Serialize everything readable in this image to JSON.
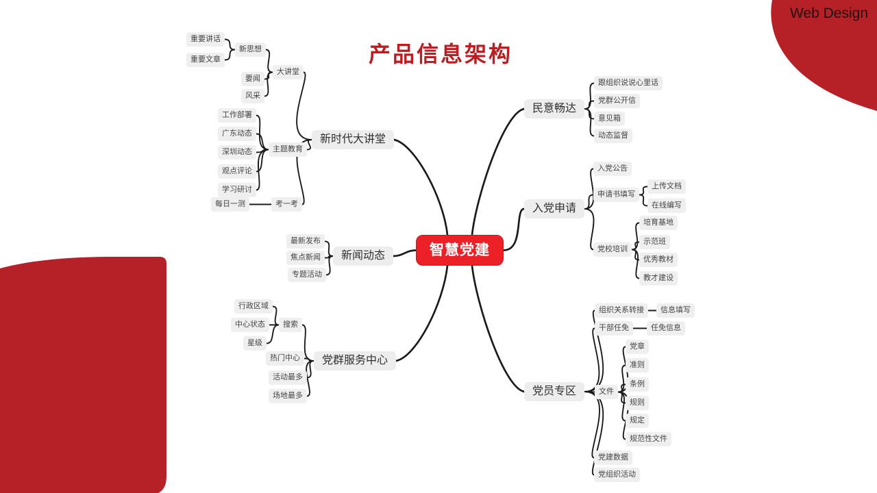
{
  "slide": {
    "title": "产品信息架构",
    "brand": "Web Design"
  },
  "center": {
    "label": "智慧党建"
  },
  "nodes": {
    "xinshidai": "新时代大讲堂",
    "dajiangtang": "大讲堂",
    "xinsixiang": "新思想",
    "zhongyaojianghua": "重要讲话",
    "zhongyaowenzhang": "重要文章",
    "yaowen": "要闻",
    "fengcai": "风采",
    "zhutijiaoyu": "主题教育",
    "gongzuobushu": "工作部署",
    "guangdongdongtai": "广东动态",
    "shenzhendongtai": "深圳动态",
    "guandianpinglun": "观点评论",
    "xuexiyantao": "学习研讨",
    "kaoyikao": "考一考",
    "meiriyice": "每日一测",
    "xinwendongtai": "新闻动态",
    "zuixinfabu": "最新发布",
    "jiaodianxinwen": "焦点新闻",
    "zhuantihuodong": "专题活动",
    "dangqunfuwu": "党群服务中心",
    "sousuo": "搜索",
    "xingzhengquyu": "行政区域",
    "zhongxinzhuangtai": "中心状态",
    "xingji": "星级",
    "remenzhongxin": "热门中心",
    "huodongzuiduo": "活动最多",
    "changdizuiduo": "场地最多",
    "minyichangda": "民意畅达",
    "genzuzhishuoshuo": "跟组织说说心里话",
    "dangqungongkaixin": "党群公开信",
    "yijianxiang": "意见箱",
    "dongtaijiandu": "动态监督",
    "rudangshenqing": "入党申请",
    "rudanggonggao": "入党公告",
    "shenqingshutianxie": "申请书填写",
    "shangchuanwendang": "上传文档",
    "zaixianbianxie": "在线编写",
    "dangxiaopeixun": "党校培训",
    "peiyujidi": "培育基地",
    "shifanban": "示范班",
    "youxiujiaocai": "优秀教材",
    "jiaocaijianshe": "教才建设",
    "dangyuanzhuanqu": "党员专区",
    "zuzhiguanxizhuanjie": "组织关系转接",
    "xinxitianxie": "信息填写",
    "ganburenmian": "干部任免",
    "renmianxinxi": "任免信息",
    "wenjian": "文件",
    "dangzhang": "党章",
    "zhunze": "准则",
    "tiaoli": "条例",
    "guize": "规则",
    "guiding": "规定",
    "guifanxingwenjian": "规范性文件",
    "dangjianshuju": "党建数据",
    "dangzuzhihuodong": "党组织活动"
  },
  "edges": [
    [
      "center",
      "xinshidai"
    ],
    [
      "center",
      "xinwendongtai"
    ],
    [
      "center",
      "dangqunfuwu"
    ],
    [
      "center",
      "minyichangda"
    ],
    [
      "center",
      "rudangshenqing"
    ],
    [
      "center",
      "dangyuanzhuanqu"
    ],
    [
      "xinshidai",
      "dajiangtang"
    ],
    [
      "xinshidai",
      "zhutijiaoyu"
    ],
    [
      "xinshidai",
      "kaoyikao"
    ],
    [
      "dajiangtang",
      "xinsixiang"
    ],
    [
      "dajiangtang",
      "yaowen"
    ],
    [
      "dajiangtang",
      "fengcai"
    ],
    [
      "xinsixiang",
      "zhongyaojianghua"
    ],
    [
      "xinsixiang",
      "zhongyaowenzhang"
    ],
    [
      "zhutijiaoyu",
      "gongzuobushu"
    ],
    [
      "zhutijiaoyu",
      "guangdongdongtai"
    ],
    [
      "zhutijiaoyu",
      "shenzhendongtai"
    ],
    [
      "zhutijiaoyu",
      "guandianpinglun"
    ],
    [
      "zhutijiaoyu",
      "xuexiyantao"
    ],
    [
      "kaoyikao",
      "meiriyice"
    ],
    [
      "xinwendongtai",
      "zuixinfabu"
    ],
    [
      "xinwendongtai",
      "jiaodianxinwen"
    ],
    [
      "xinwendongtai",
      "zhuantihuodong"
    ],
    [
      "dangqunfuwu",
      "sousuo"
    ],
    [
      "dangqunfuwu",
      "remenzhongxin"
    ],
    [
      "dangqunfuwu",
      "huodongzuiduo"
    ],
    [
      "dangqunfuwu",
      "changdizuiduo"
    ],
    [
      "sousuo",
      "xingzhengquyu"
    ],
    [
      "sousuo",
      "zhongxinzhuangtai"
    ],
    [
      "sousuo",
      "xingji"
    ],
    [
      "minyichangda",
      "genzuzhishuoshuo"
    ],
    [
      "minyichangda",
      "dangqungongkaixin"
    ],
    [
      "minyichangda",
      "yijianxiang"
    ],
    [
      "minyichangda",
      "dongtaijiandu"
    ],
    [
      "rudangshenqing",
      "rudanggonggao"
    ],
    [
      "rudangshenqing",
      "shenqingshutianxie"
    ],
    [
      "rudangshenqing",
      "dangxiaopeixun"
    ],
    [
      "shenqingshutianxie",
      "shangchuanwendang"
    ],
    [
      "shenqingshutianxie",
      "zaixianbianxie"
    ],
    [
      "dangxiaopeixun",
      "peiyujidi"
    ],
    [
      "dangxiaopeixun",
      "shifanban"
    ],
    [
      "dangxiaopeixun",
      "youxiujiaocai"
    ],
    [
      "dangxiaopeixun",
      "jiaocaijianshe"
    ],
    [
      "dangyuanzhuanqu",
      "zuzhiguanxizhuanjie"
    ],
    [
      "dangyuanzhuanqu",
      "ganburenmian"
    ],
    [
      "dangyuanzhuanqu",
      "wenjian"
    ],
    [
      "dangyuanzhuanqu",
      "dangjianshuju"
    ],
    [
      "dangyuanzhuanqu",
      "dangzuzhihuodong"
    ],
    [
      "zuzhiguanxizhuanjie",
      "xinxitianxie"
    ],
    [
      "ganburenmian",
      "renmianxinxi"
    ],
    [
      "wenjian",
      "dangzhang"
    ],
    [
      "wenjian",
      "zhunze"
    ],
    [
      "wenjian",
      "tiaoli"
    ],
    [
      "wenjian",
      "guize"
    ],
    [
      "wenjian",
      "guiding"
    ],
    [
      "wenjian",
      "guifanxingwenjian"
    ]
  ],
  "colors": {
    "center_red": "#ec2127",
    "corner_red": "#b52127",
    "title_red": "#c01c20",
    "node_gray": "#efefef",
    "line_black": "#1b1b1b"
  }
}
